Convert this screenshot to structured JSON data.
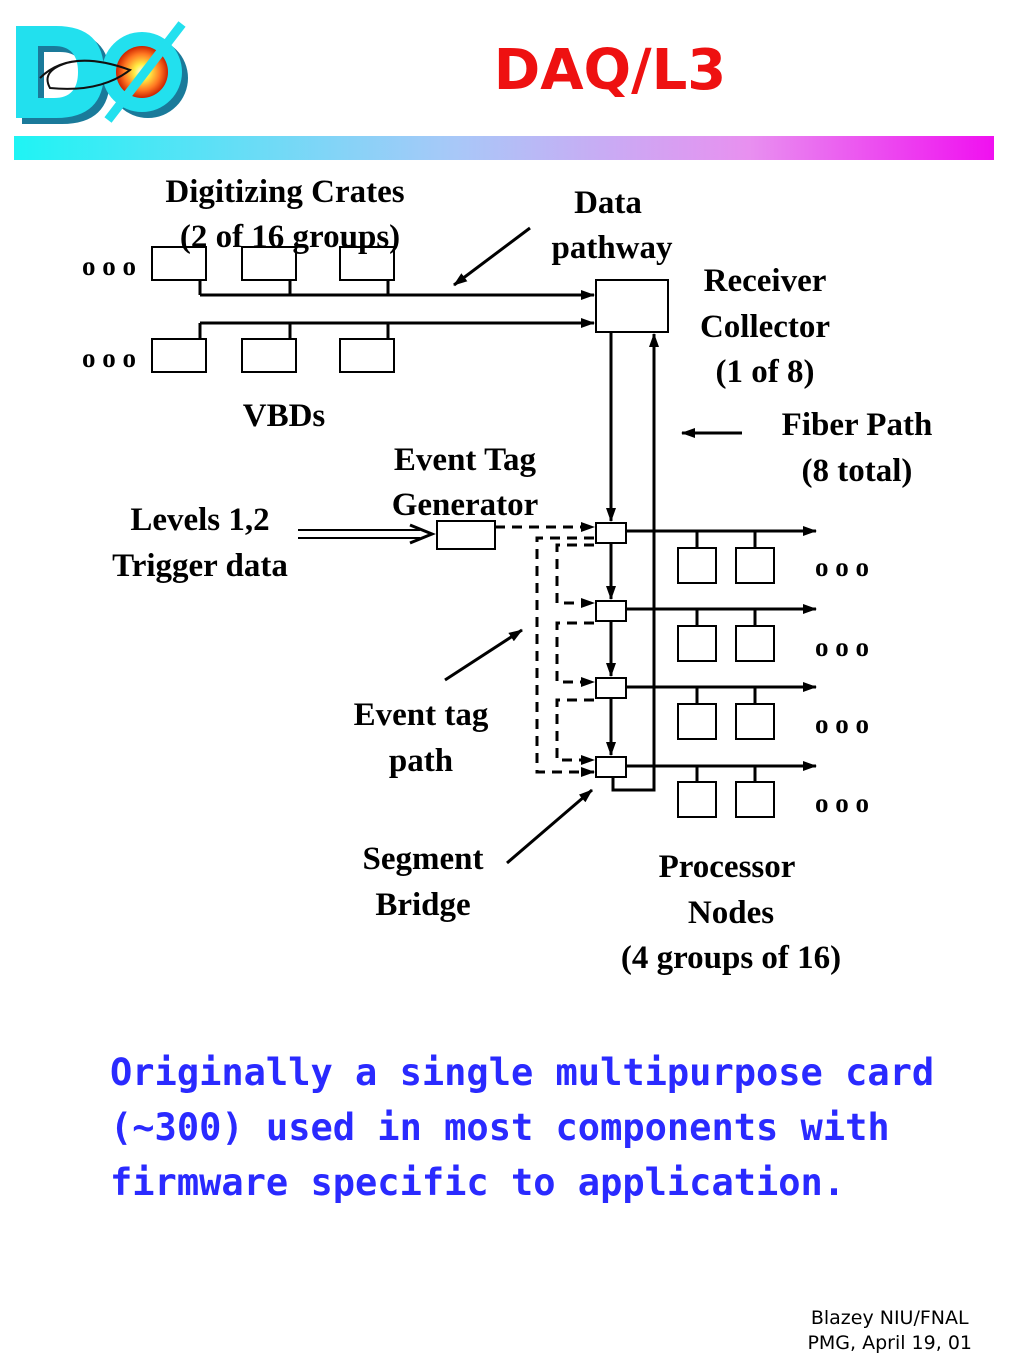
{
  "slide": {
    "title": "DAQ/L3",
    "logo": {
      "icon": "d0-experiment-logo",
      "text": "DØ"
    },
    "colors": {
      "title": "#ee1111",
      "description": "#2a2aff",
      "bar_start": "#1ff4f4",
      "bar_end": "#f010f0"
    }
  },
  "diagram": {
    "labels": {
      "digitizing_crates": [
        "Digitizing Crates",
        "(2 of 16 groups)"
      ],
      "data_pathway": [
        "Data",
        "pathway"
      ],
      "receiver_collector": [
        "Receiver",
        "Collector",
        "(1 of 8)"
      ],
      "vbds": "VBDs",
      "fiber_path": [
        "Fiber Path",
        "(8 total)"
      ],
      "event_tag_generator": [
        "Event Tag",
        "Generator"
      ],
      "levels_trigger": [
        "Levels 1,2",
        "Trigger data"
      ],
      "event_tag_path": [
        "Event tag",
        "path"
      ],
      "segment_bridge": [
        "Segment",
        "Bridge"
      ],
      "processor_nodes": [
        "Processor",
        "Nodes",
        "(4 groups of 16)"
      ]
    },
    "ellipsis": "o o o"
  },
  "description": [
    "Originally a single multipurpose card",
    "(~300) used in most components with",
    "firmware specific to application."
  ],
  "footer": [
    "Blazey NIU/FNAL",
    "PMG, April 19, 01"
  ]
}
